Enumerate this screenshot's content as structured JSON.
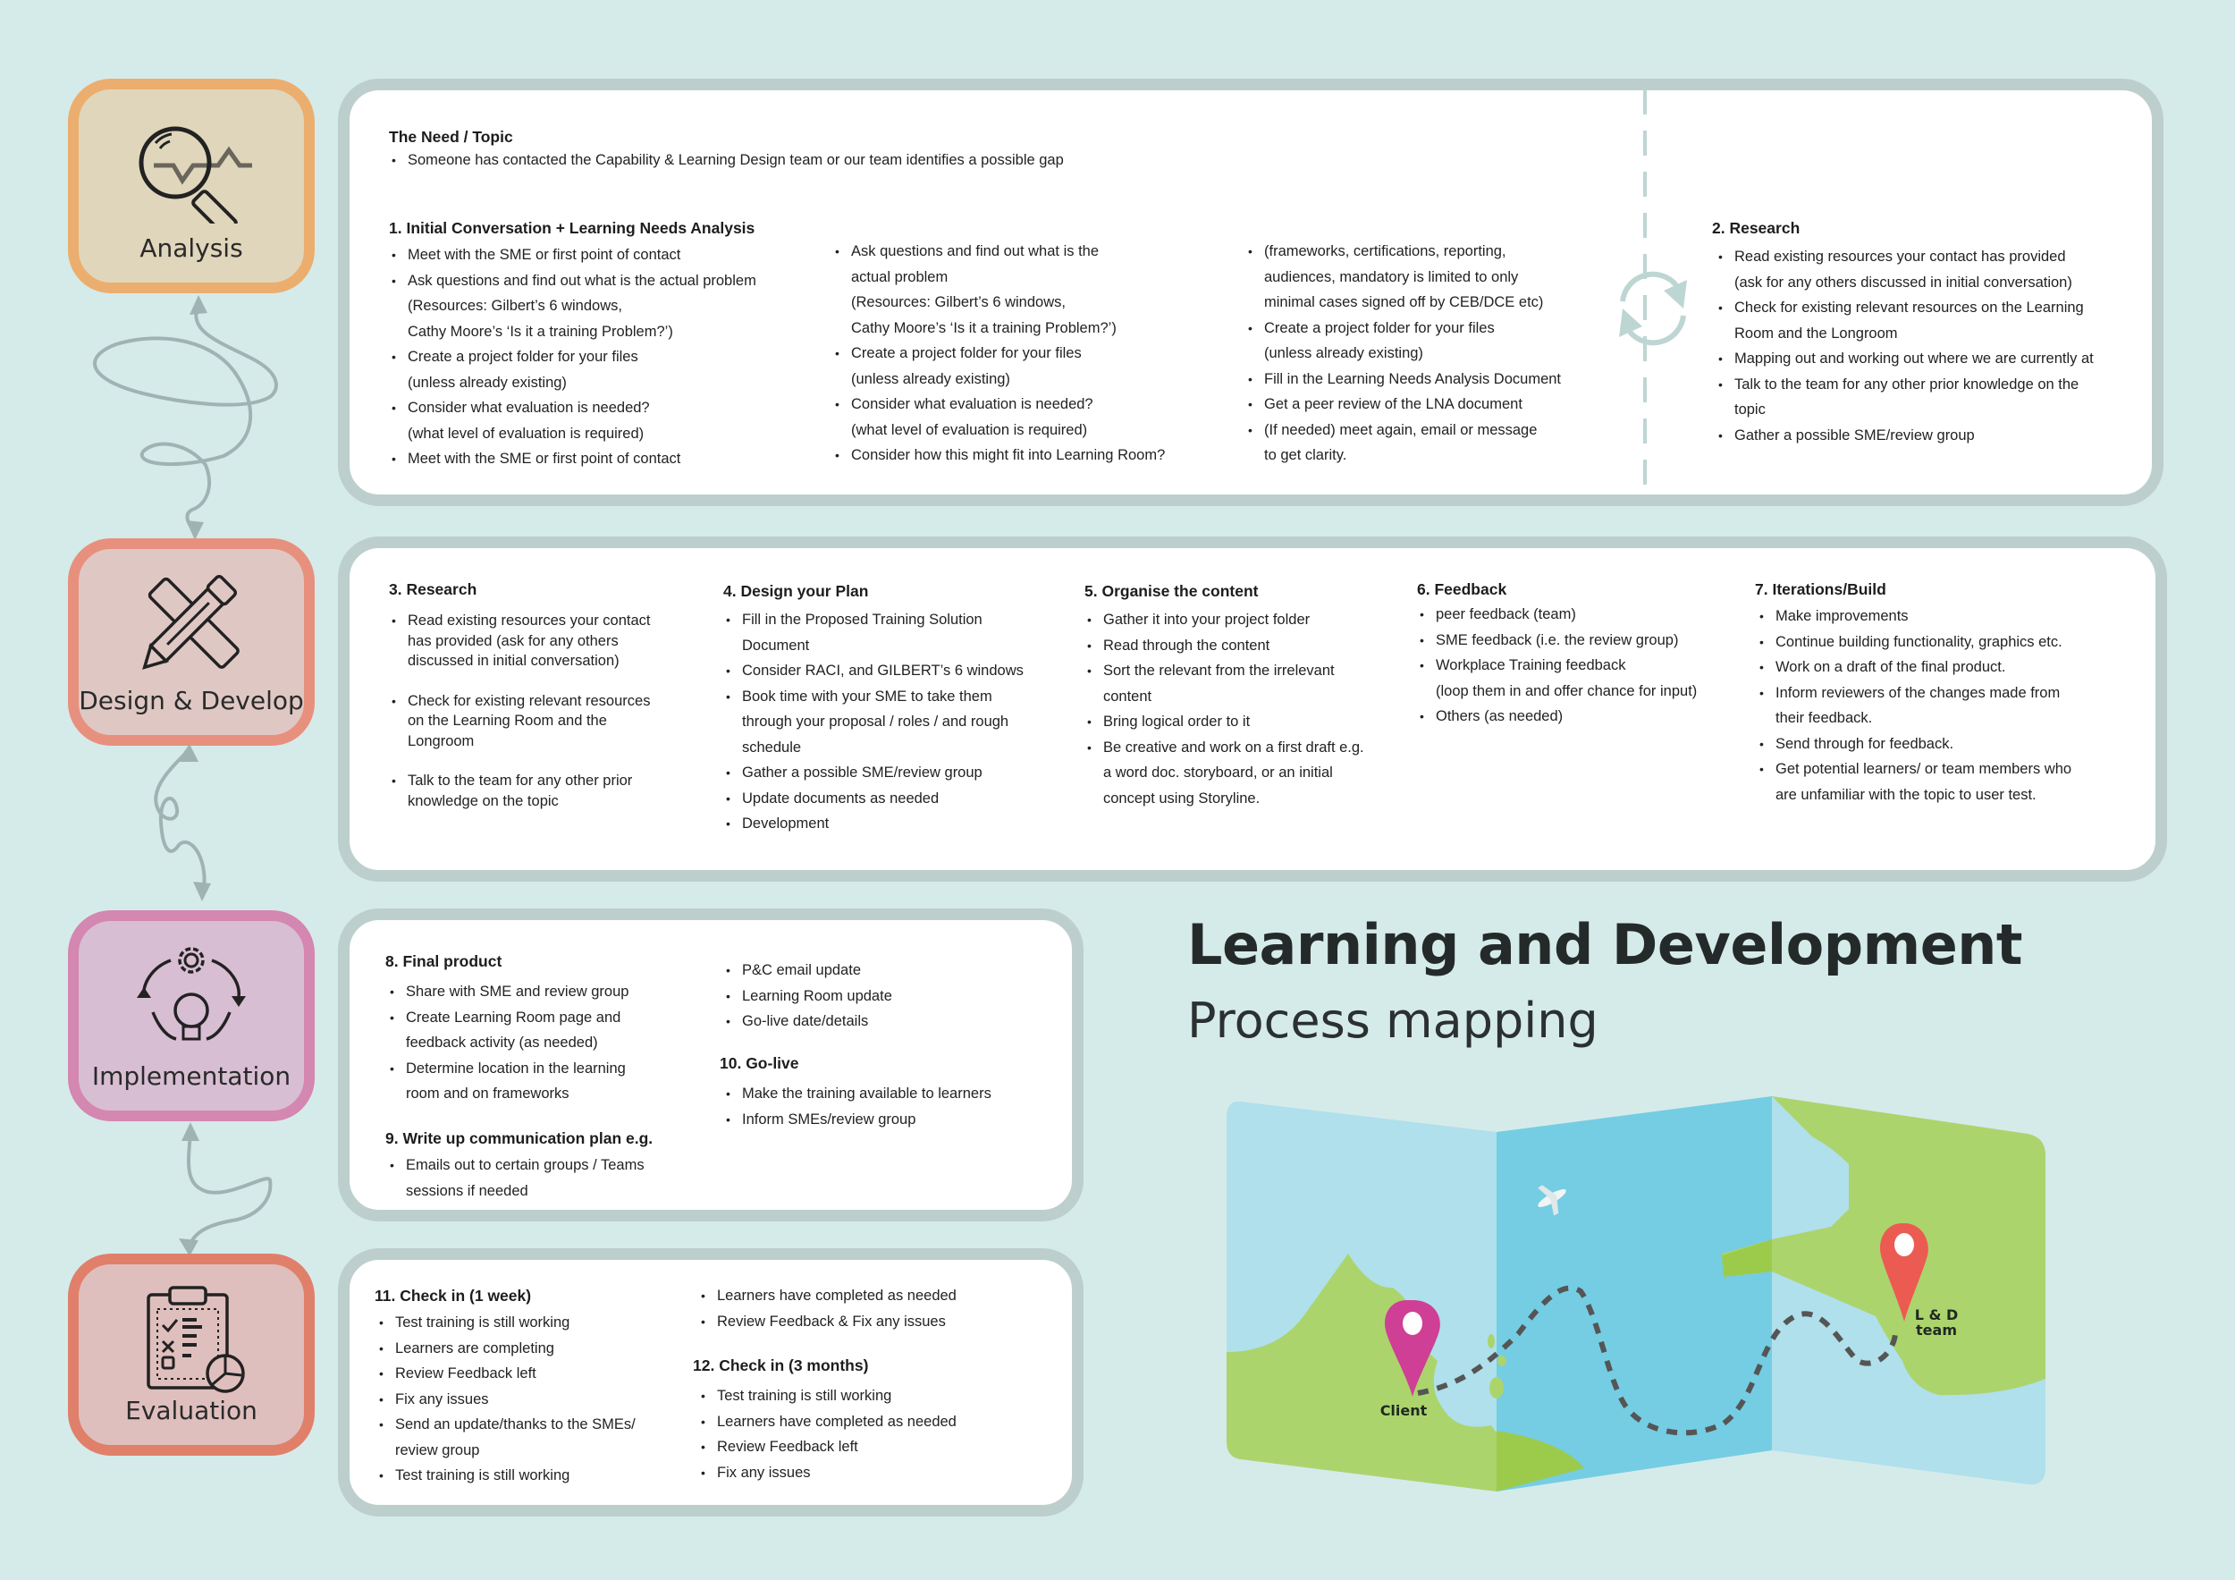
{
  "header": {
    "title": "Learning and Development",
    "subtitle": "Process mapping"
  },
  "colors": {
    "background": "#d5ebea",
    "panel_border": "#bccfcd",
    "analysis_border": "#ebae6e",
    "analysis_fill": "#e0d6bb",
    "design_border": "#e8907e",
    "design_fill": "#dfc8c4",
    "implementation_border": "#d487b0",
    "implementation_fill": "#d8bed3",
    "evaluation_border": "#e0806b",
    "evaluation_fill": "#dfbfbd",
    "connector": "#9fb3b3",
    "map_water_light": "#afe0ec",
    "map_water_dark": "#74cde3",
    "map_land": "#acd46d",
    "pin_client": "#cf3f95",
    "pin_team": "#ec5b52"
  },
  "stages": [
    {
      "label": "Analysis",
      "icon": "magnifier-chart-icon"
    },
    {
      "label": "Design & Develop",
      "icon": "pencil-ruler-icon"
    },
    {
      "label": "Implementation",
      "icon": "gear-bulb-cycle-icon"
    },
    {
      "label": "Evaluation",
      "icon": "clipboard-chart-icon"
    }
  ],
  "analysis_panel": {
    "need": {
      "heading": "The Need / Topic",
      "items": [
        "Someone has contacted the Capability & Learning Design team or our team identifies a possible gap"
      ]
    },
    "step1": {
      "heading": "1. Initial Conversation + Learning Needs Analysis",
      "col1": [
        "Meet with the SME or first point of contact",
        "Ask questions and find out what is the actual problem\n(Resources: Gilbert’s 6 windows,\nCathy Moore’s ‘Is it a training Problem?’)",
        "Create a project folder for your files\n(unless already existing)",
        "Consider what evaluation is needed?\n(what level of evaluation is required)",
        "Meet with the SME or first point of contact"
      ],
      "col2": [
        "Ask questions and find out what is the\nactual problem\n(Resources: Gilbert’s 6 windows,\nCathy Moore’s ‘Is it a training Problem?’)",
        "Create a project folder for your files\n(unless already existing)",
        "Consider what evaluation is needed?\n(what level of evaluation is required)",
        " Consider how this might fit into Learning Room?"
      ],
      "col3": [
        "(frameworks, certifications, reporting,\naudiences, mandatory is limited to only\nminimal cases signed off by CEB/DCE etc)",
        "Create a project folder for your files\n(unless already existing)",
        "Fill in the Learning Needs Analysis Document",
        "Get a peer review of the LNA document",
        "(If needed) meet again, email or message\nto get clarity."
      ]
    },
    "step2": {
      "heading": "2. Research",
      "items": [
        "Read existing resources your contact has provided\n(ask for any others discussed in initial conversation)",
        "Check for existing relevant resources on the Learning\nRoom and the Longroom",
        " Mapping out and working out where we are currently at",
        "Talk to the team for any other prior knowledge on the\ntopic",
        "Gather a possible SME/review group"
      ]
    }
  },
  "design_panel": {
    "step3": {
      "heading": "3. Research",
      "items": [
        "Read existing resources your contact\nhas provided (ask for any others\ndiscussed in initial conversation)",
        "Check for existing relevant resources\non the Learning Room and the\nLongroom",
        "Talk to the team for any other prior\nknowledge on the topic"
      ]
    },
    "step4": {
      "heading": "4. Design your Plan",
      "items": [
        "Fill in the Proposed Training Solution\nDocument",
        "Consider RACI, and GILBERT’s 6 windows",
        "Book time with your SME to take them\nthrough your proposal / roles / and rough\nschedule",
        "Gather a possible SME/review group",
        "Update documents as needed",
        "Development"
      ]
    },
    "step5": {
      "heading": "5. Organise the content",
      "items": [
        "Gather it into your project folder",
        "Read through the content",
        "Sort the relevant from the irrelevant\ncontent",
        "Bring logical order to it",
        "Be creative and work on a first draft e.g.\na word doc. storyboard, or an initial\nconcept using Storyline."
      ]
    },
    "step6": {
      "heading": "6. Feedback",
      "items": [
        "peer feedback (team)",
        "SME feedback (i.e. the review group)",
        "Workplace Training feedback\n(loop them in and offer chance for input)",
        "Others (as needed)"
      ]
    },
    "step7": {
      "heading": "7. Iterations/Build",
      "items": [
        "Make improvements",
        "Continue building functionality, graphics etc.",
        "Work on a draft of the final product.",
        "Inform reviewers of the changes made from\ntheir feedback.",
        "Send through for feedback.",
        "Get potential learners/ or team members who\nare unfamiliar with the topic to user test."
      ]
    }
  },
  "implementation_panel": {
    "step8": {
      "heading": "8. Final product",
      "items": [
        "Share with SME and review group",
        "Create Learning Room page and\nfeedback activity (as needed)",
        "Determine location in the learning\nroom and on frameworks"
      ]
    },
    "step9": {
      "heading": "9. Write up communication plan e.g.",
      "items": [
        "Emails out to certain groups / Teams\nsessions if needed"
      ],
      "items_cont": [
        "P&C email update",
        "Learning Room update",
        "Go-live date/details"
      ]
    },
    "step10": {
      "heading": "10. Go-live",
      "items": [
        "Make the training available to learners",
        "Inform SMEs/review group"
      ]
    }
  },
  "evaluation_panel": {
    "step11": {
      "heading": "11. Check in (1 week)",
      "items": [
        "Test training is still working",
        "Learners are completing",
        "Review Feedback left",
        "Fix any issues",
        "Send an update/thanks to the SMEs/\nreview group",
        "Test training is still working"
      ],
      "items_cont": [
        "Learners have completed as needed",
        "Review Feedback & Fix any issues"
      ]
    },
    "step12": {
      "heading": "12. Check in (3 months)",
      "items": [
        "Test training is still working",
        "Learners have completed as needed",
        "Review Feedback left",
        "Fix any issues"
      ]
    }
  },
  "map": {
    "client_label": "Client",
    "team_label": "L & D\nteam"
  }
}
